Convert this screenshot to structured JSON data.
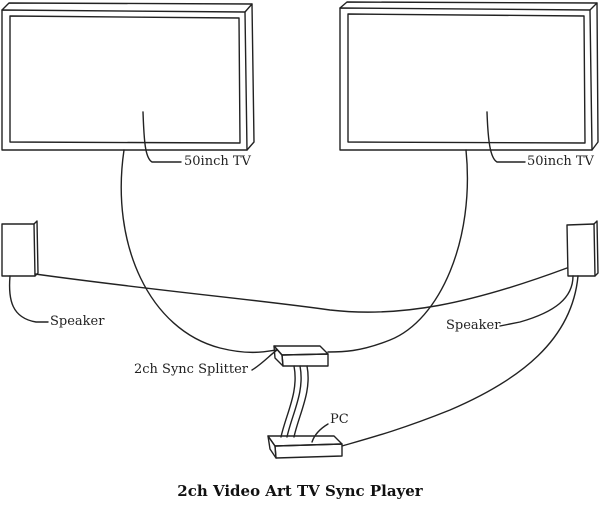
{
  "title": "2ch Video Art TV Sync Player",
  "labels": {
    "tv_left": "50inch TV",
    "tv_right": "50inch TV",
    "speaker_left": "Speaker",
    "speaker_right": "Speaker",
    "splitter": "2ch Sync Splitter",
    "pc": "PC"
  },
  "colors": {
    "ink": "#222222",
    "background": "#ffffff"
  }
}
